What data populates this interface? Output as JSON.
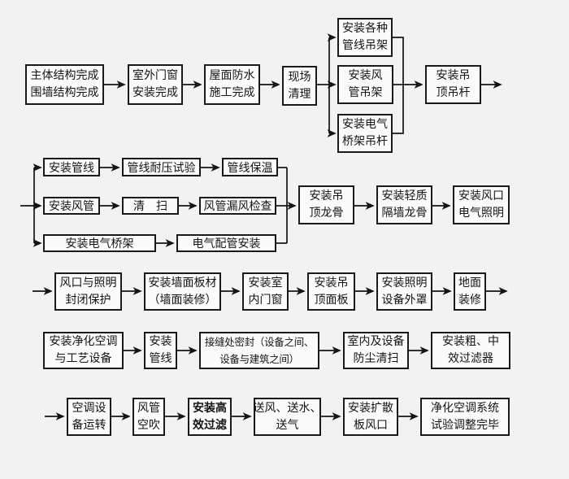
{
  "page": {
    "colors": {
      "page-bg": "#f2f2f2",
      "box-bg": "#fbfbfb",
      "border": "#1a1a1a",
      "line": "#141414",
      "text": "#141414"
    }
  },
  "boxes": {
    "r1b1": {
      "line1": "主体结构完成",
      "line2": "围墙结构完成"
    },
    "r1b2": {
      "line1": "室外门窗",
      "line2": "安装完成"
    },
    "r1b3": {
      "line1": "屋面防水",
      "line2": "施工完成"
    },
    "r1b4": {
      "line1": "现场",
      "line2": "清理"
    },
    "r1b5": {
      "line1": "安装各种",
      "line2": "管线吊架"
    },
    "r1b6": {
      "line1": "安装风",
      "line2": "管吊架"
    },
    "r1b7": {
      "line1": "安装电气",
      "line2": "桥架吊杆"
    },
    "r1b8": {
      "line1": "安装吊",
      "line2": "顶吊杆"
    },
    "r2b1": {
      "line1": "安装管线"
    },
    "r2b2": {
      "line1": "管线耐压试验"
    },
    "r2b3": {
      "line1": "管线保温"
    },
    "r2b4": {
      "line1": "安装风管"
    },
    "r2b5": {
      "line1": "清　扫"
    },
    "r2b6": {
      "line1": "风管漏风检查"
    },
    "r2b7": {
      "line1": "安装电气桥架"
    },
    "r2b8": {
      "line1": "电气配管安装"
    },
    "r2b9": {
      "line1": "安装吊",
      "line2": "顶龙骨"
    },
    "r2b10": {
      "line1": "安装轻质",
      "line2": "隔墙龙骨"
    },
    "r2b11": {
      "line1": "安装风口",
      "line2": "电气照明"
    },
    "r3b1": {
      "line1": "风口与照明",
      "line2": "封闭保护"
    },
    "r3b2": {
      "line1": "安装墙面板材",
      "line2": "（墙面装修）"
    },
    "r3b3": {
      "line1": "安装室",
      "line2": "内门窗"
    },
    "r3b4": {
      "line1": "安装吊",
      "line2": "顶面板"
    },
    "r3b5": {
      "line1": "安装照明",
      "line2": "设备外罩"
    },
    "r3b6": {
      "line1": "地面",
      "line2": "装修"
    },
    "r4b1": {
      "line1": "安装净化空调",
      "line2": "与工艺设备"
    },
    "r4b2": {
      "line1": "安装",
      "line2": "管线"
    },
    "r4b3": {
      "line1": "接缝处密封（设备之间、",
      "line2": "设备与建筑之间）"
    },
    "r4b4": {
      "line1": "室内及设备",
      "line2": "防尘清扫"
    },
    "r4b5": {
      "line1": "安装粗、中",
      "line2": "效过滤器"
    },
    "r5b1": {
      "line1": "空调设",
      "line2": "备运转"
    },
    "r5b2": {
      "line1": "风管",
      "line2": "空吹"
    },
    "r5b3": {
      "line1": "安装高",
      "line2": "效过滤"
    },
    "r5b4": {
      "line1": "送风、送水、",
      "line2": "送气"
    },
    "r5b5": {
      "line1": "安装扩散",
      "line2": "板风口"
    },
    "r5b6": {
      "line1": "净化空调系统",
      "line2": "试验调整完毕"
    }
  },
  "flow_sequences": [
    [
      "r1b1",
      "r1b2",
      "r1b3",
      "r1b4",
      [
        "r1b5",
        "r1b6",
        "r1b7"
      ],
      "r1b8"
    ],
    [
      [
        "r2b1",
        "r2b2",
        "r2b3"
      ],
      [
        "r2b4",
        "r2b5",
        "r2b6"
      ],
      [
        "r2b7",
        "r2b8"
      ],
      "r2b9",
      "r2b10",
      "r2b11"
    ],
    [
      "r3b1",
      "r3b2",
      "r3b3",
      "r3b4",
      "r3b5",
      "r3b6"
    ],
    [
      "r4b1",
      "r4b2",
      "r4b3",
      "r4b4",
      "r4b5"
    ],
    [
      "r5b1",
      "r5b2",
      "r5b3",
      "r5b4",
      "r5b5",
      "r5b6"
    ]
  ]
}
